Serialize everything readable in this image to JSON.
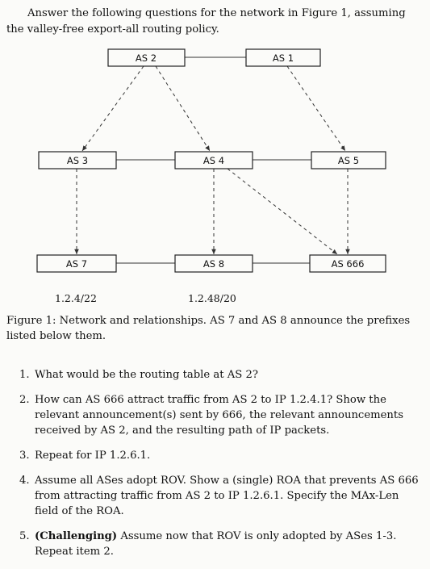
{
  "intro": "Answer the following questions for the network in Figure 1, assuming the valley-free export-all routing policy.",
  "figure": {
    "nodes": [
      {
        "id": "as2",
        "label": "AS 2"
      },
      {
        "id": "as1",
        "label": "AS 1"
      },
      {
        "id": "as3",
        "label": "AS 3"
      },
      {
        "id": "as4",
        "label": "AS 4"
      },
      {
        "id": "as5",
        "label": "AS 5"
      },
      {
        "id": "as7",
        "label": "AS 7"
      },
      {
        "id": "as8",
        "label": "AS 8"
      },
      {
        "id": "as666",
        "label": "AS 666"
      }
    ],
    "edges": [
      {
        "from": "as2",
        "to": "as1",
        "style": "solid"
      },
      {
        "from": "as3",
        "to": "as4",
        "style": "solid"
      },
      {
        "from": "as4",
        "to": "as5",
        "style": "solid"
      },
      {
        "from": "as7",
        "to": "as8",
        "style": "solid"
      },
      {
        "from": "as8",
        "to": "as666",
        "style": "solid"
      },
      {
        "from": "as2",
        "to": "as3",
        "style": "dashed-arrow"
      },
      {
        "from": "as2",
        "to": "as4",
        "style": "dashed-arrow"
      },
      {
        "from": "as1",
        "to": "as5",
        "style": "dashed-arrow"
      },
      {
        "from": "as3",
        "to": "as7",
        "style": "dashed-arrow"
      },
      {
        "from": "as4",
        "to": "as8",
        "style": "dashed-arrow"
      },
      {
        "from": "as4",
        "to": "as666",
        "style": "dashed-arrow"
      },
      {
        "from": "as5",
        "to": "as666",
        "style": "dashed-arrow"
      }
    ],
    "prefixes": {
      "as7": "1.2.4/22",
      "as8": "1.2.48/20"
    },
    "caption": "Figure 1: Network and relationships. AS 7 and AS 8 announce the prefixes listed below them."
  },
  "questions": [
    {
      "num": "1.",
      "bold": "",
      "text": "What would be the routing table at AS 2?"
    },
    {
      "num": "2.",
      "bold": "",
      "text": "How can AS 666 attract traffic from AS 2 to IP 1.2.4.1? Show the relevant announcement(s) sent by 666, the relevant announcements received by AS 2, and the resulting path of IP packets."
    },
    {
      "num": "3.",
      "bold": "",
      "text": "Repeat for IP 1.2.6.1."
    },
    {
      "num": "4.",
      "bold": "",
      "text": "Assume all ASes adopt ROV. Show a (single) ROA that prevents AS 666 from attracting traffic from AS 2 to IP 1.2.6.1. Specify the MAx-Len field of the ROA."
    },
    {
      "num": "5.",
      "bold": "(Challenging)",
      "text": " Assume now that ROV is only adopted by ASes 1-3. Repeat item 2."
    }
  ]
}
